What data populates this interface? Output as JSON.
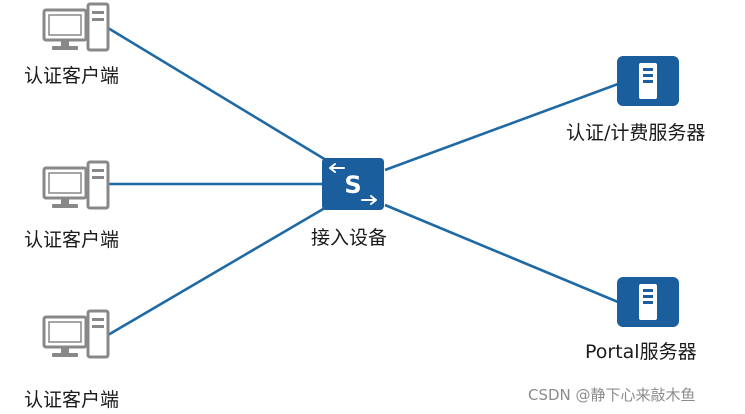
{
  "diagram": {
    "colors": {
      "link": "#1f6aa5",
      "device": "#1a5e9e",
      "pc_gray": "#888888",
      "text": "#1a1a1a",
      "watermark": "#8c8c8c"
    },
    "clients": [
      {
        "label": "认证客户端",
        "icon": "desktop-pc-icon"
      },
      {
        "label": "认证客户端",
        "icon": "desktop-pc-icon"
      },
      {
        "label": "认证客户端",
        "icon": "desktop-pc-icon"
      }
    ],
    "switch": {
      "label": "接入设备",
      "icon": "switch-icon",
      "glyph": "S"
    },
    "servers": [
      {
        "label": "认证/计费服务器",
        "icon": "server-icon"
      },
      {
        "label": "Portal服务器",
        "icon": "server-icon"
      }
    ],
    "watermark": "CSDN @静下心来敲木鱼"
  }
}
